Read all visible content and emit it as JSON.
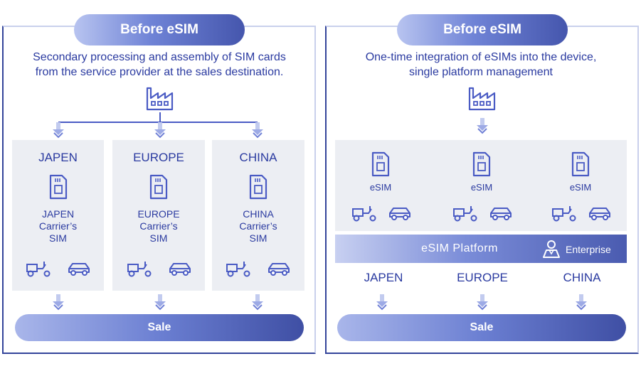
{
  "left_panel": {
    "badge": "Before eSIM",
    "description_line1": "Secondary processing and assembly of SIM cards",
    "description_line2": "from the service provider at the sales destination.",
    "columns": [
      {
        "title": "JAPEN",
        "carrier_line1": "JAPEN",
        "carrier_line2": "Carrier’s",
        "carrier_line3": "SIM"
      },
      {
        "title": "EUROPE",
        "carrier_line1": "EUROPE",
        "carrier_line2": "Carrier’s",
        "carrier_line3": "SIM"
      },
      {
        "title": "CHINA",
        "carrier_line1": "CHINA",
        "carrier_line2": "Carrier’s",
        "carrier_line3": "SIM"
      }
    ],
    "sale": "Sale"
  },
  "right_panel": {
    "badge": "Before eSIM",
    "description_line1": "One-time integration of eSIMs into the device,",
    "description_line2": "single platform management",
    "esim_label": "eSIM",
    "platform_label": "eSIM Platform",
    "enterprise_label": "Enterprise",
    "regions": [
      "JAPEN",
      "EUROPE",
      "CHINA"
    ],
    "sale": "Sale"
  },
  "colors": {
    "primary": "#2a3aa0",
    "icon": "#4a5bc4",
    "panel_border": "#33449a",
    "grey_block": "#eceef3"
  },
  "icons": [
    "factory-icon",
    "sim-card-icon",
    "tricycle-icon",
    "car-icon",
    "down-arrow-icon",
    "enterprise-user-icon"
  ]
}
